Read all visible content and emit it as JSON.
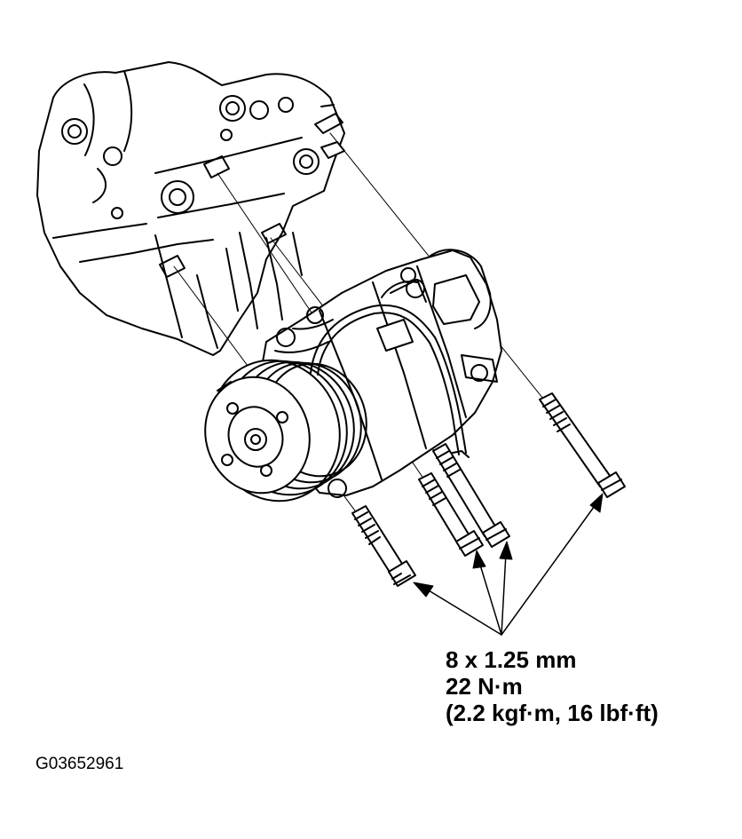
{
  "spec": {
    "bolt_size": "8 x 1.25 mm",
    "torque_nm": "22 N·m",
    "torque_alt": "(2.2 kgf·m, 16 lbf·ft)"
  },
  "figure_id": "G03652961",
  "colors": {
    "ink": "#000000",
    "paper": "#ffffff"
  }
}
